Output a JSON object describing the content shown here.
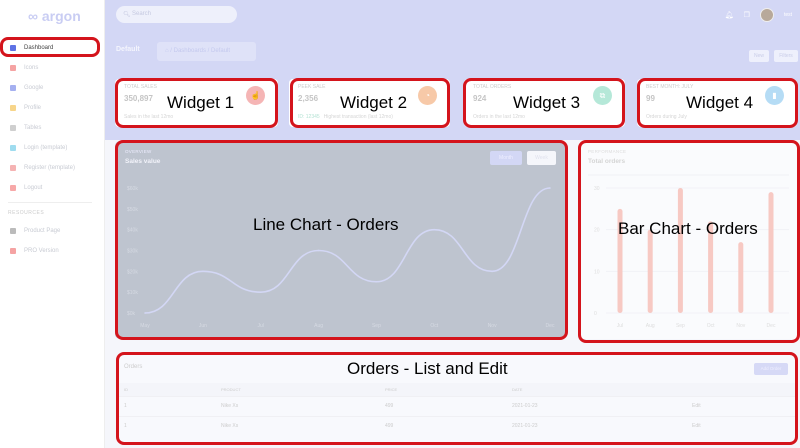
{
  "sidebar": {
    "logo": "argon",
    "items": [
      {
        "label": "Dashboard",
        "color": "#5e72e4"
      },
      {
        "label": "Icons",
        "color": "#f5a3a3"
      },
      {
        "label": "Google",
        "color": "#a5b0f0"
      },
      {
        "label": "Profile",
        "color": "#f7d58a"
      },
      {
        "label": "Tables",
        "color": "#cfcfcf"
      },
      {
        "label": "Login (template)",
        "color": "#9fdcef"
      },
      {
        "label": "Register (template)",
        "color": "#f5b3b3"
      },
      {
        "label": "Logout",
        "color": "#f7a8a8"
      }
    ],
    "resources_heading": "RESOURCES",
    "resources": [
      {
        "label": "Product Page",
        "color": "#bbb"
      },
      {
        "label": "PRO Version",
        "color": "#f5a3a3"
      }
    ]
  },
  "navbar": {
    "search_placeholder": "Search",
    "user": "test"
  },
  "header": {
    "title": "Default",
    "breadcrumb": [
      "Dashboards",
      "Default"
    ],
    "new_label": "New",
    "filters_label": "Filters"
  },
  "widgets": [
    {
      "label": "TOTAL SALES",
      "value": "350,897",
      "sub": "Sales in the last 12mo",
      "color": "#f5b5b5",
      "icon": "hand-pointer-icon"
    },
    {
      "label": "PEEK SALE",
      "value": "2,356",
      "sub_id": "ID: 12345",
      "sub": "Highest transaction (last 12mo)",
      "color": "#f7c9a8",
      "icon": "pie-chart-icon"
    },
    {
      "label": "TOTAL ORDERS",
      "value": "924",
      "sub": "Orders in the last 12mo",
      "color": "#b5e8d8",
      "icon": "orders-icon"
    },
    {
      "label": "BEST MONTH: JULY",
      "value": "99",
      "sub": "Orders during July",
      "color": "#b5dcf5",
      "icon": "bar-chart-icon"
    }
  ],
  "line_chart": {
    "overline": "OVERVIEW",
    "title": "Sales value",
    "month_label": "Month",
    "week_label": "Week"
  },
  "bar_chart": {
    "overline": "PERFORMANCE",
    "title": "Total orders"
  },
  "chart_data": [
    {
      "type": "line",
      "categories": [
        "May",
        "Jun",
        "Jul",
        "Aug",
        "Sep",
        "Oct",
        "Nov",
        "Dec"
      ],
      "values": [
        0,
        20,
        10,
        30,
        15,
        40,
        20,
        60
      ],
      "ylim": [
        0,
        60
      ],
      "yticks": [
        "$0k",
        "$10k",
        "$20k",
        "$30k",
        "$40k",
        "$50k",
        "$60k"
      ],
      "color": "#d3d7f5"
    },
    {
      "type": "bar",
      "categories": [
        "Jul",
        "Aug",
        "Sep",
        "Oct",
        "Nov",
        "Dec"
      ],
      "values": [
        25,
        20,
        30,
        22,
        17,
        29
      ],
      "ylim": [
        0,
        30
      ],
      "yticks": [
        "0",
        "10",
        "20",
        "30"
      ],
      "color": "#f7c9c3",
      "grid": true
    }
  ],
  "orders": {
    "title": "Orders",
    "add_label": "Add Order",
    "columns": [
      "ID",
      "PRODUCT",
      "PRICE",
      "DATE",
      ""
    ],
    "rows": [
      [
        "1",
        "Nike Xs",
        "499",
        "2021-01-23",
        "Edit"
      ],
      [
        "1",
        "Nike Xs",
        "499",
        "2021-01-23",
        "Edit"
      ]
    ]
  },
  "annotations": {
    "widget1": "Widget 1",
    "widget2": "Widget 2",
    "widget3": "Widget 3",
    "widget4": "Widget 4",
    "line": "Line Chart - Orders",
    "bar": "Bar Chart - Orders",
    "orders": "Orders - List and Edit"
  }
}
